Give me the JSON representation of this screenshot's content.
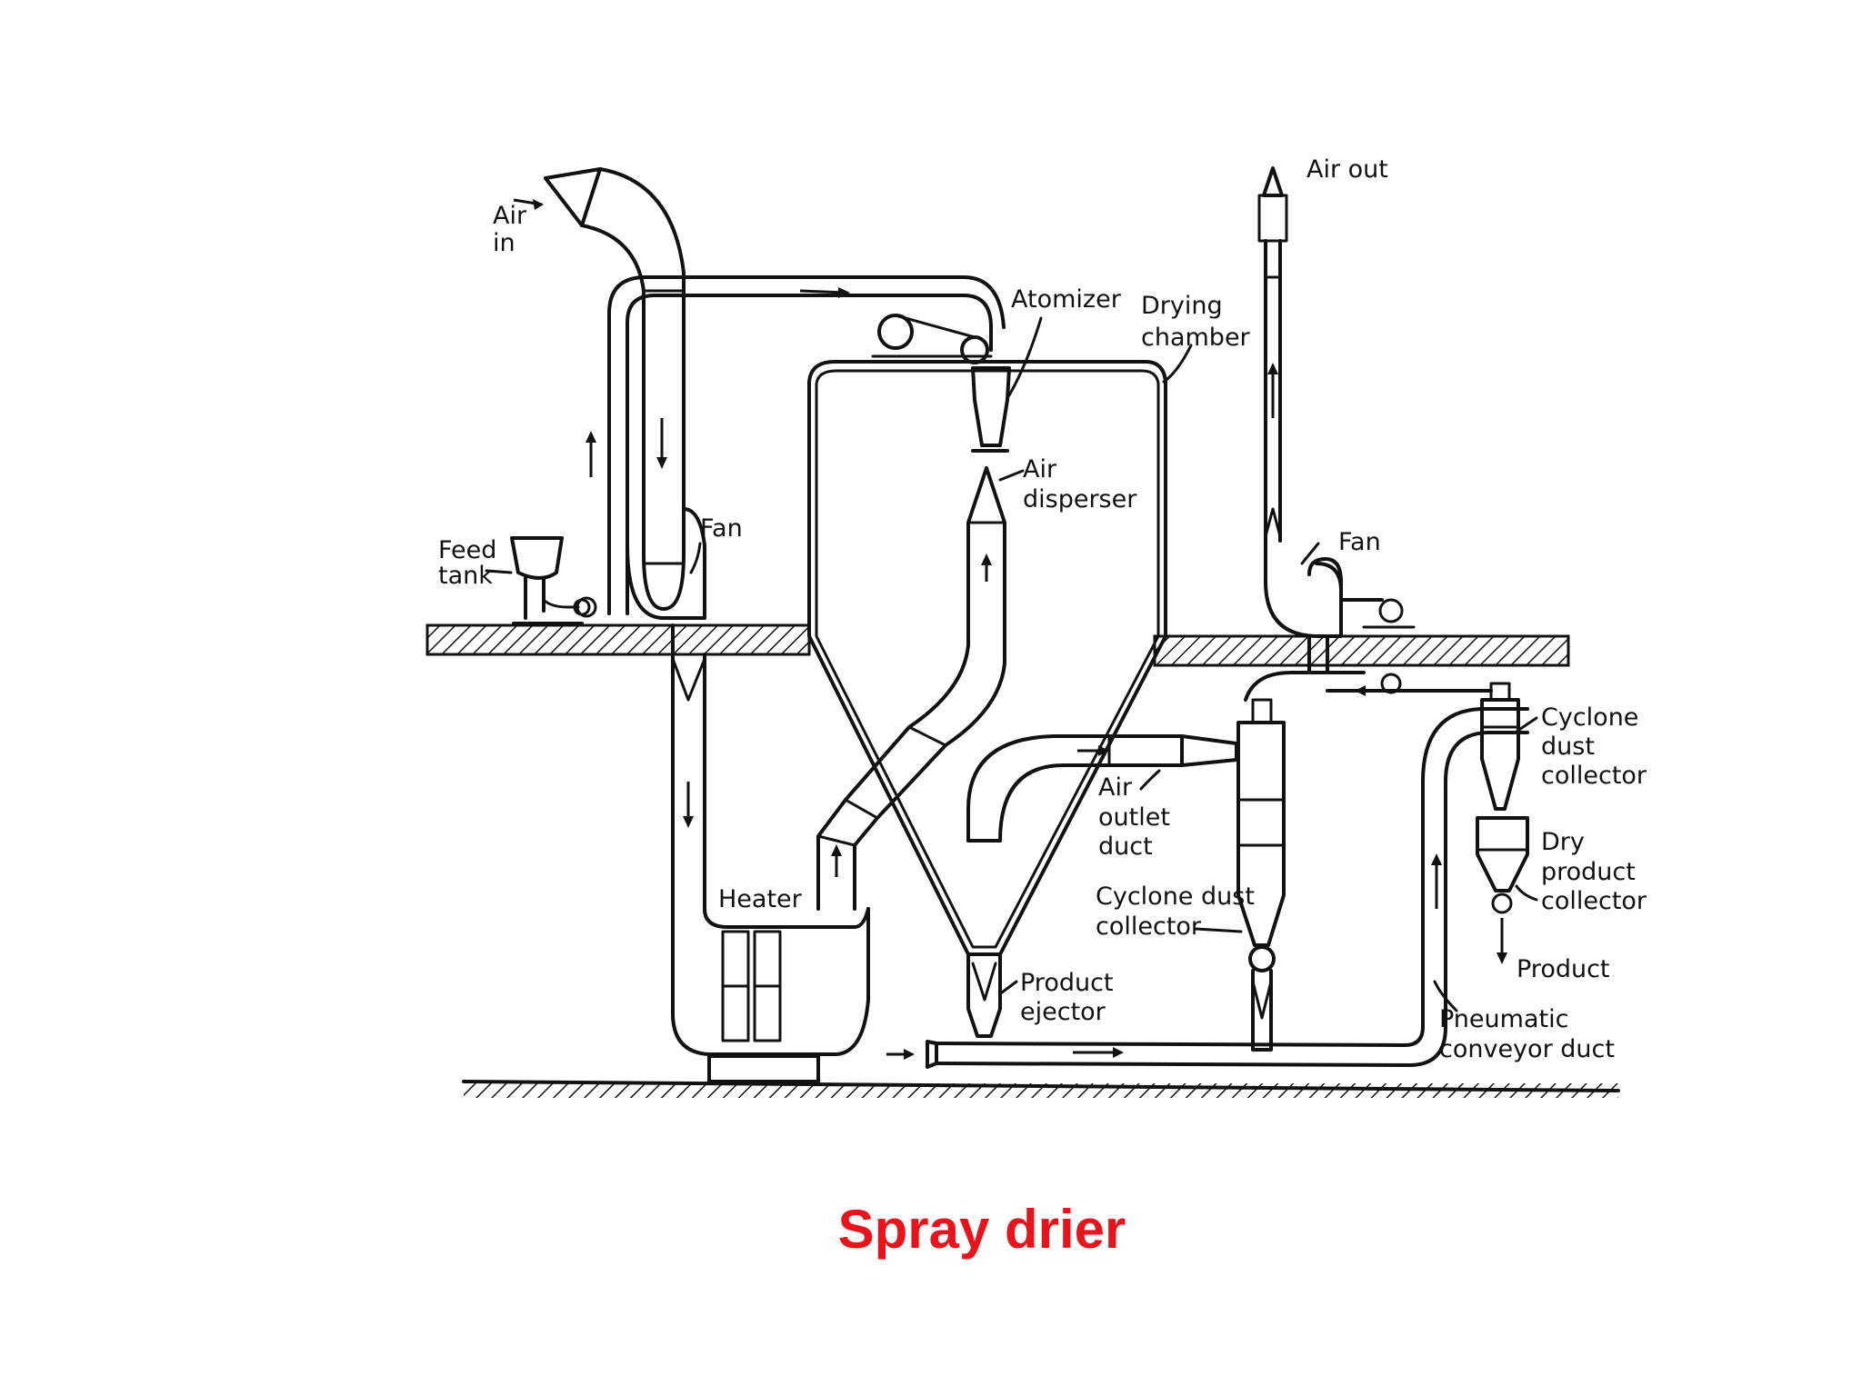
{
  "labels": {
    "air_in_1": "Air",
    "air_in_2": "in",
    "feed_tank_1": "Feed",
    "feed_tank_2": "tank",
    "fan_left": "Fan",
    "atomizer": "Atomizer",
    "drying_chamber_1": "Drying",
    "drying_chamber_2": "chamber",
    "air_disperser_1": "Air",
    "air_disperser_2": "disperser",
    "air_out": "Air out",
    "fan_right": "Fan",
    "heater": "Heater",
    "air_outlet_duct_1": "Air",
    "air_outlet_duct_2": "outlet",
    "air_outlet_duct_3": "duct",
    "cyclone_dust_collector_main_1": "Cyclone dust",
    "cyclone_dust_collector_main_2": "collector",
    "cyclone_dust_collector_small_1": "Cyclone",
    "cyclone_dust_collector_small_2": "dust",
    "cyclone_dust_collector_small_3": "collector",
    "dry_product_collector_1": "Dry",
    "dry_product_collector_2": "product",
    "dry_product_collector_3": "collector",
    "product": "Product",
    "product_ejector_1": "Product",
    "product_ejector_2": "ejector",
    "pneumatic_conveyor_duct_1": "Pneumatic",
    "pneumatic_conveyor_duct_2": "conveyor duct"
  },
  "caption": "Spray drier",
  "colors": {
    "caption": "#e8141b",
    "line": "#111111"
  }
}
